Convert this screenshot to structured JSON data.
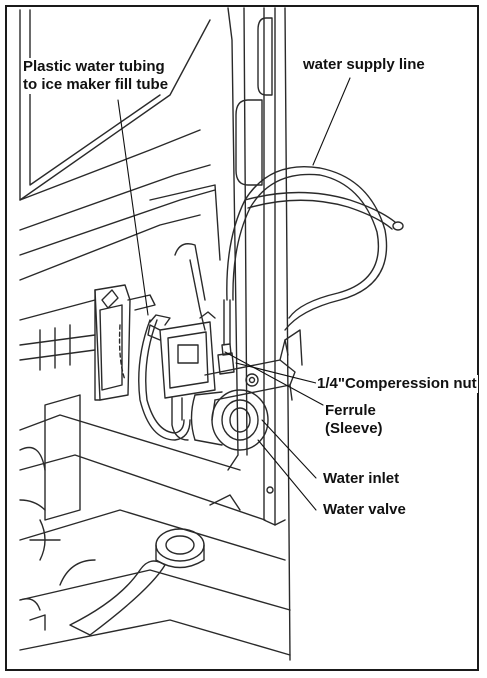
{
  "callouts": {
    "plastic_tubing": {
      "line1": "Plastic water tubing",
      "line2": "to ice maker fill tube"
    },
    "water_supply_line": "water supply line",
    "compression_nut": "1/4\"Comperession nut",
    "ferrule": {
      "line1": "Ferrule",
      "line2": "(Sleeve)"
    },
    "water_inlet": "Water inlet",
    "water_valve": "Water valve"
  },
  "colors": {
    "ink": "#111111",
    "line": "#2a2a2a",
    "frame": "#1a1a1a",
    "paper": "#ffffff"
  }
}
